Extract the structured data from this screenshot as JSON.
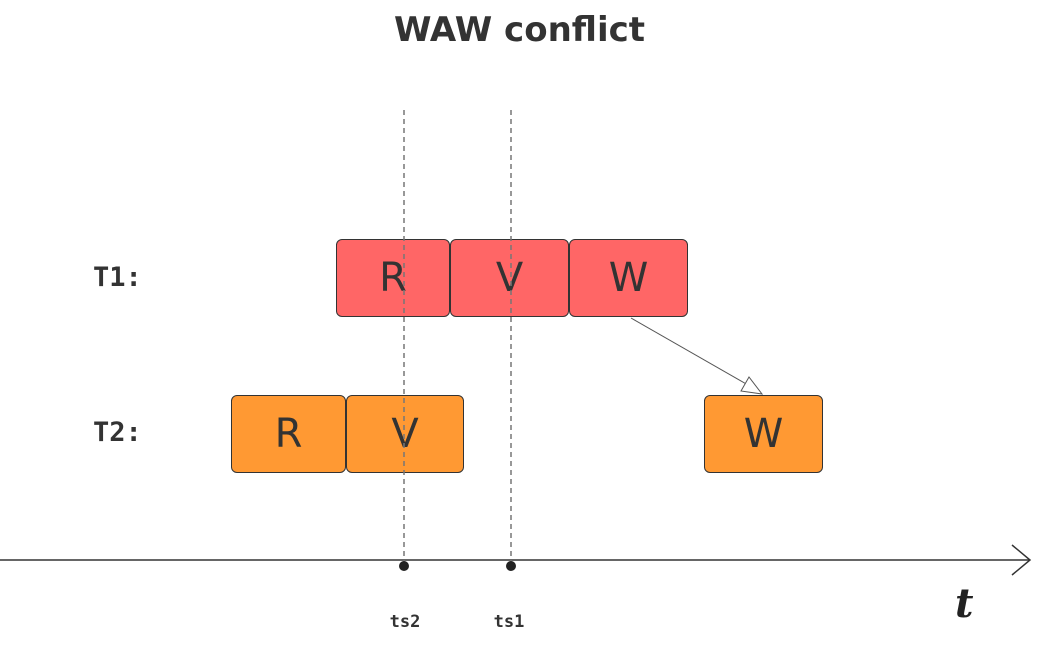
{
  "title": "WAW conflict",
  "rows": [
    {
      "label": "T1:",
      "boxes": [
        "R",
        "V",
        "W"
      ]
    },
    {
      "label": "T2:",
      "boxes": [
        "R",
        "V",
        "W"
      ]
    }
  ],
  "timestamps": [
    "ts2",
    "ts1"
  ],
  "axis_label": "t",
  "colors": {
    "t1": "#ff6666",
    "t2": "#ff9933",
    "stroke": "#333333"
  }
}
